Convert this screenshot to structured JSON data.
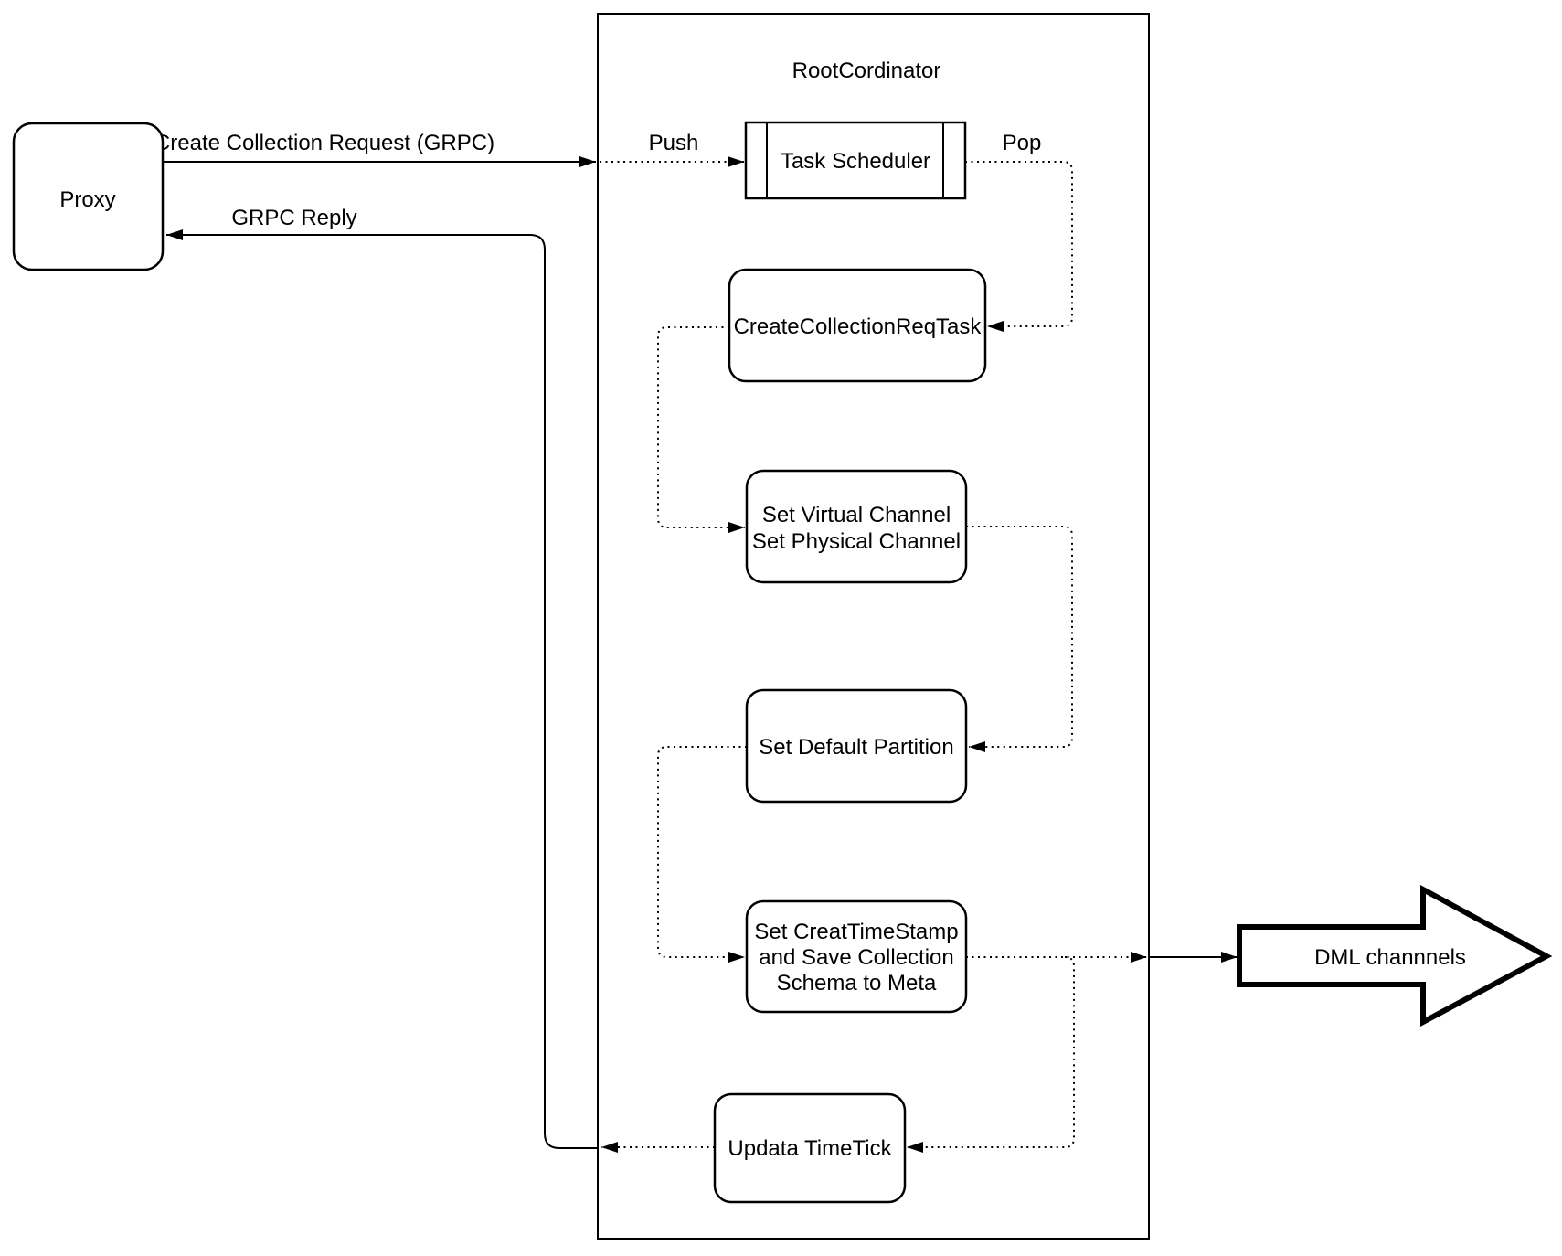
{
  "diagram": {
    "colors": {
      "background": "#ffffff",
      "stroke": "#000000",
      "fill": "#ffffff"
    },
    "nodes": {
      "proxy": {
        "label": "Proxy"
      },
      "root_coordinator": {
        "title": "RootCordinator"
      },
      "task_scheduler": {
        "label": "Task Scheduler"
      },
      "create_collection_req_task": {
        "label": "CreateCollectionReqTask"
      },
      "set_channel": {
        "lines": [
          "Set Virtual Channel",
          "Set Physical Channel"
        ]
      },
      "set_default_partition": {
        "label": "Set Default Partition"
      },
      "set_timestamp": {
        "lines": [
          "Set CreatTimeStamp",
          "and Save Collection",
          "Schema to Meta"
        ]
      },
      "update_timetick": {
        "label": "Updata TimeTick"
      },
      "dml_channels": {
        "label": "DML channnels"
      }
    },
    "edge_labels": {
      "create_request": "Create Collection Request (GRPC)",
      "grpc_reply": "GRPC Reply",
      "push": "Push",
      "pop": "Pop"
    }
  }
}
